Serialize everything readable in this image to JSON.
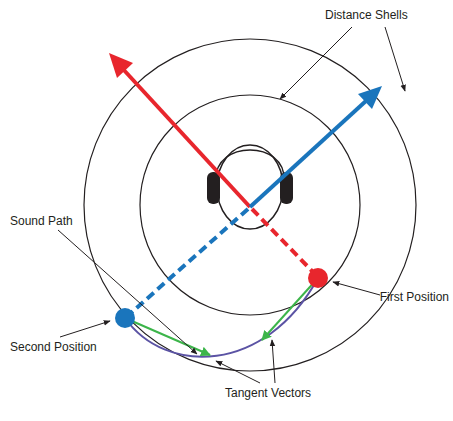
{
  "diagram": {
    "labels": [
      "Distance Shells",
      "Sound Path",
      "First Position",
      "Second Position",
      "Tangent Vectors"
    ]
  }
}
